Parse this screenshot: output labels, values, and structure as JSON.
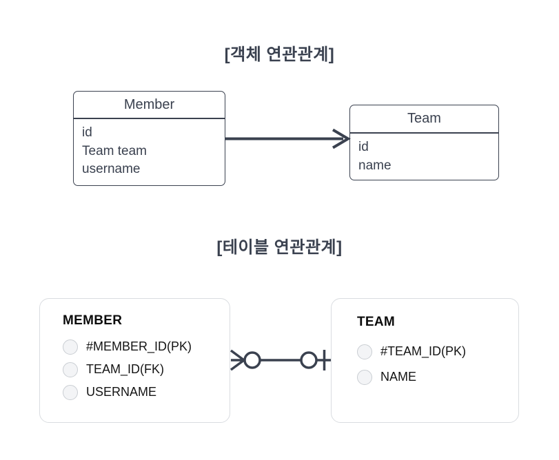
{
  "colors": {
    "ink": "#3a414f",
    "er_box_border": "#d9dce0",
    "er_circle_fill": "#f3f4f6",
    "er_circle_border": "#c9cdd2",
    "er_text": "#141414",
    "background": "#ffffff"
  },
  "section_object": {
    "title": "[객체 연관관계]",
    "member_class": {
      "title": "Member",
      "fields": [
        "id",
        "Team team",
        "username"
      ]
    },
    "team_class": {
      "title": "Team",
      "fields": [
        "id",
        "name"
      ]
    },
    "connector": "arrow-right-icon"
  },
  "section_table": {
    "title": "[테이블 연관관계]",
    "member_table": {
      "title": "MEMBER",
      "columns": [
        "#MEMBER_ID(PK)",
        "TEAM_ID(FK)",
        "USERNAME"
      ]
    },
    "team_table": {
      "title": "TEAM",
      "columns": [
        "#TEAM_ID(PK)",
        "NAME"
      ]
    },
    "connector": "crow-foot-zero-many-to-zero-one-icon"
  }
}
